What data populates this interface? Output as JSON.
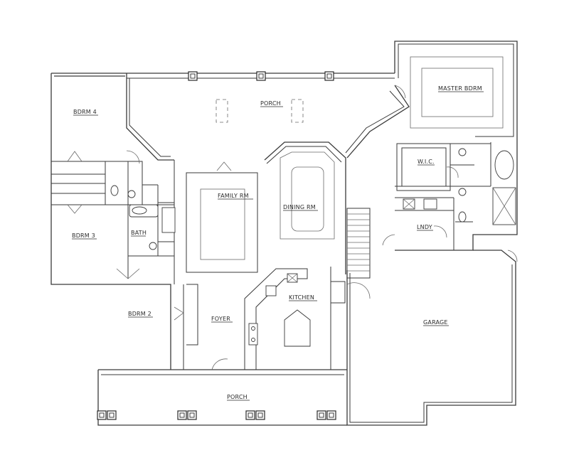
{
  "plan": {
    "rooms": [
      {
        "label": "PORCH"
      },
      {
        "label": "BDRM 4"
      },
      {
        "label": "MASTER BDRM"
      },
      {
        "label": "FAMILY RM"
      },
      {
        "label": "DINING RM"
      },
      {
        "label": "W.I.C."
      },
      {
        "label": "BDRM 3"
      },
      {
        "label": "BATH"
      },
      {
        "label": "LNDY"
      },
      {
        "label": "KITCHEN"
      },
      {
        "label": "BDRM 2"
      },
      {
        "label": "FOYER"
      },
      {
        "label": "GARAGE"
      },
      {
        "label": "PORCH"
      }
    ]
  }
}
